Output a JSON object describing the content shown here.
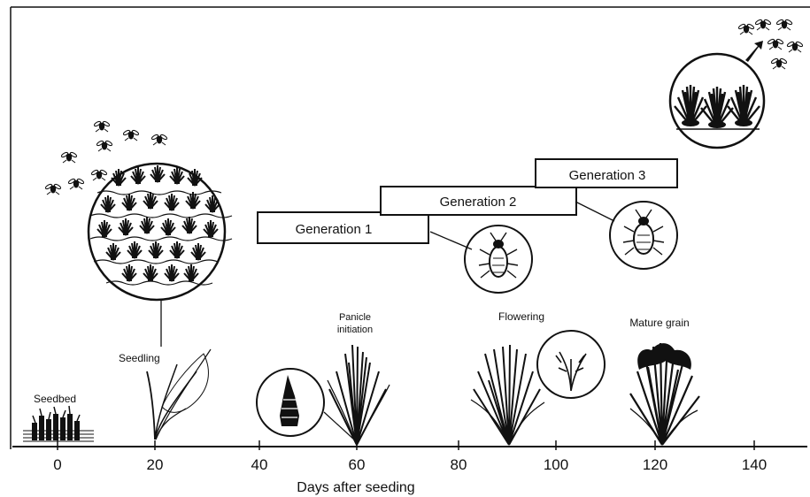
{
  "axis": {
    "label": "Days after seeding",
    "ticks": [
      "0",
      "20",
      "40",
      "60",
      "80",
      "100",
      "120",
      "140"
    ]
  },
  "stages": {
    "seedbed": "Seedbed",
    "seedling": "Seedling",
    "panicle": [
      "Panicle",
      "initiation"
    ],
    "flowering": "Flowering",
    "mature": "Mature grain"
  },
  "generations": [
    "Generation 1",
    "Generation 2",
    "Generation 3"
  ],
  "icons": {
    "insects_in": "insect-swarm-icon",
    "insects_out": "insect-swarm-icon",
    "field": "rice-field-icon",
    "stubble": "rice-stubble-icon",
    "hopper": "planthopper-icon"
  },
  "colors": {
    "ink": "#111111",
    "background": "#ffffff"
  }
}
